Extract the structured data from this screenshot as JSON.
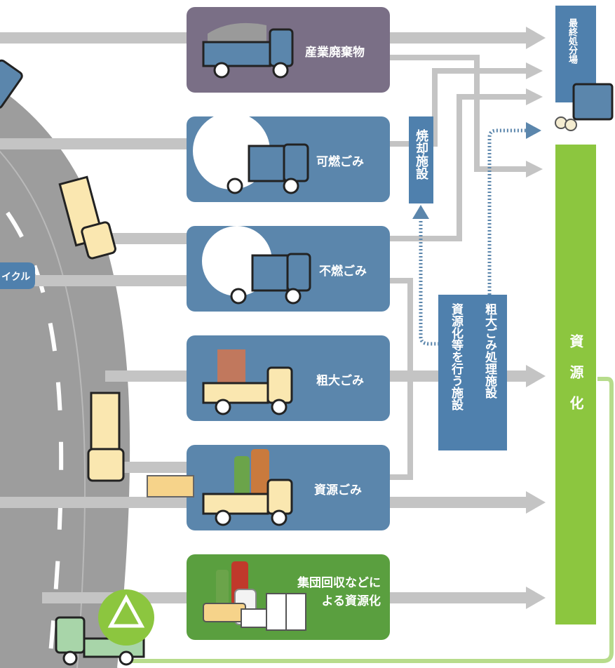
{
  "categories": {
    "industrial": "産業廃棄物",
    "combustible": "可燃ごみ",
    "noncombustible": "不燃ごみ",
    "bulky": "粗大ごみ",
    "resource": "資源ごみ",
    "group": "集団回収などに\nよる資源化"
  },
  "facilities": {
    "incineration": "焼却施設",
    "bulky_processing": "粗大ごみ処理施設",
    "recycling": "資源化等を行う施設",
    "final_disposal": "最終処分場",
    "resource_recovery": "資源化"
  },
  "road_tag": "イクル",
  "colors": {
    "industrial_box": "#7a6f86",
    "blue_box": "#5b86ac",
    "green_box": "#5a9f3f",
    "facility_blue": "#4f80ad",
    "resource_green": "#8cc63f",
    "arrow_gray": "#c4c4c4",
    "road": "#9d9d9d"
  },
  "icons": [
    "truck-icon",
    "recycle-icon",
    "waste-items-icon"
  ]
}
